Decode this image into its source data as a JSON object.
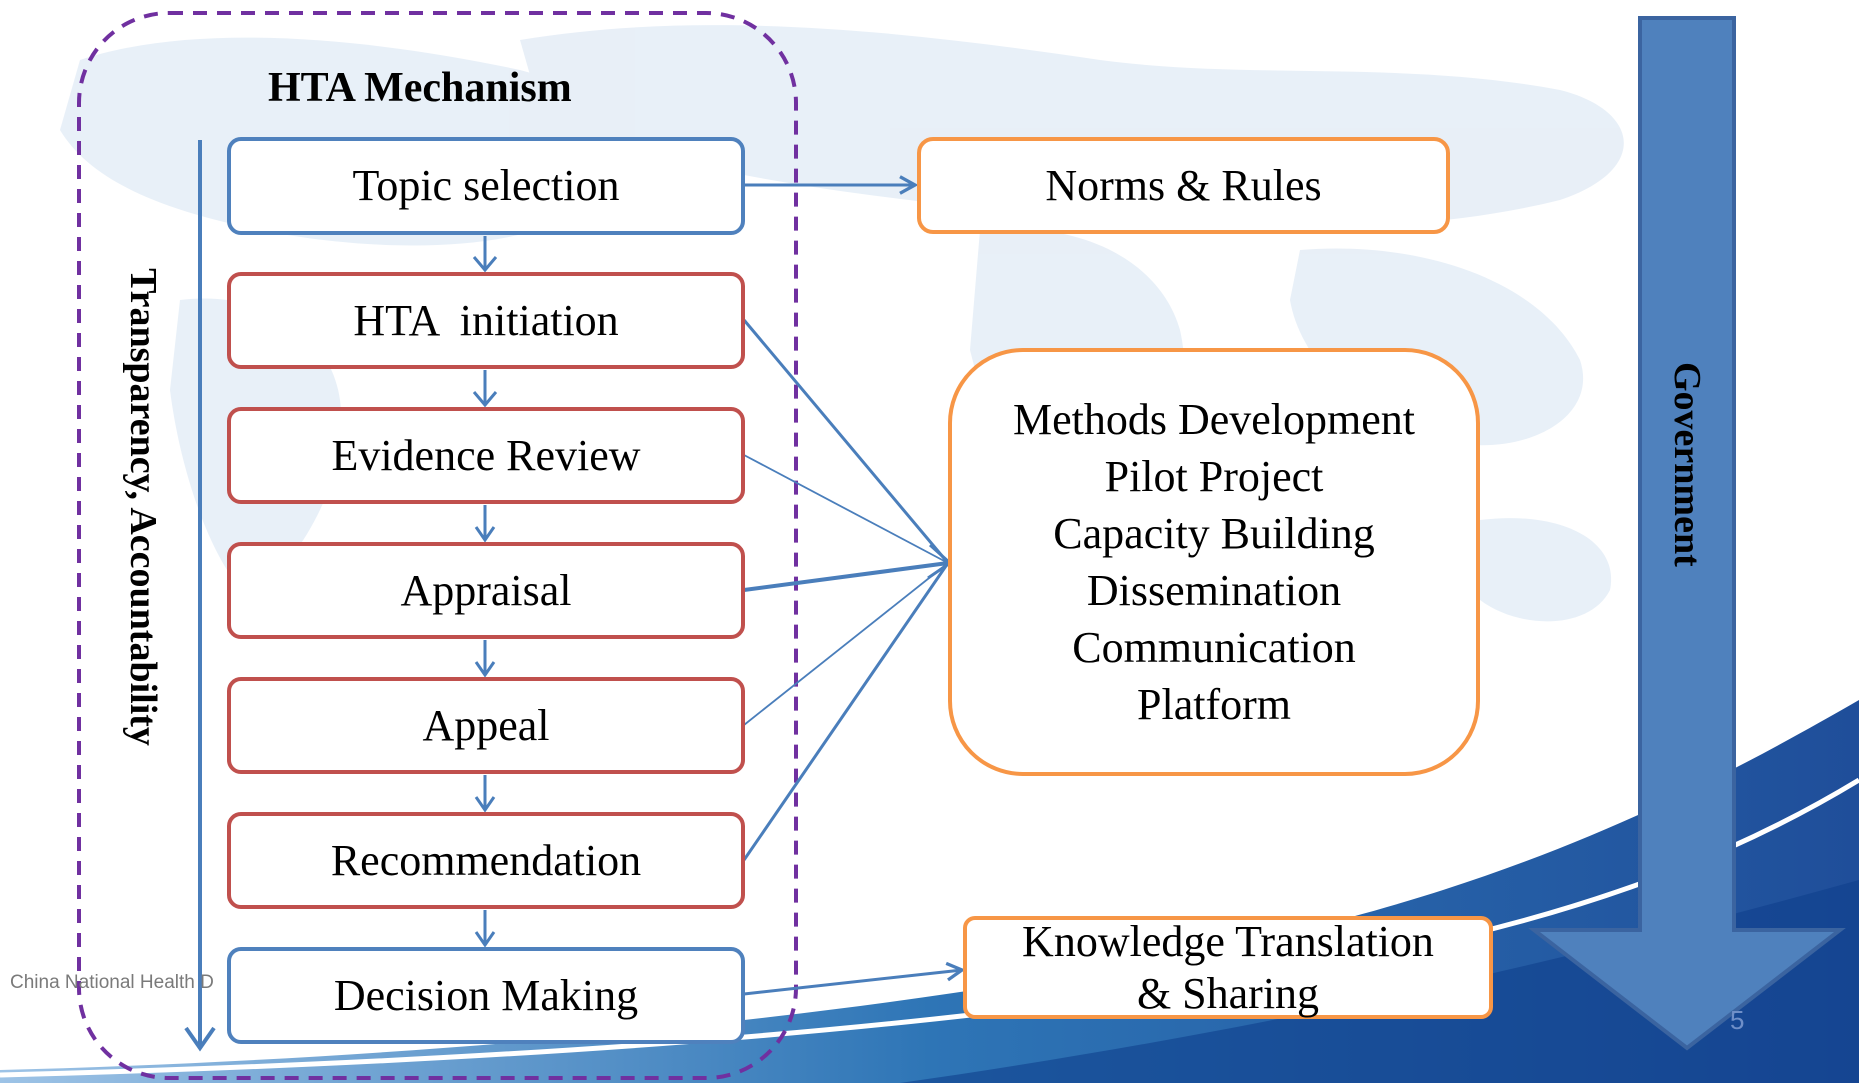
{
  "title": "HTA Mechanism",
  "side_label": "Transparency, Accountability",
  "government_label": "Government",
  "process_steps": [
    "Topic selection",
    "HTA  initiation",
    "Evidence Review",
    "Appraisal",
    "Appeal",
    "Recommendation",
    "Decision Making"
  ],
  "norms_box": "Norms & Rules",
  "activities": [
    "Methods Development",
    "Pilot Project",
    "Capacity Building",
    "Dissemination",
    "Communication",
    "Platform"
  ],
  "knowledge_box": [
    "Knowledge Translation",
    "& Sharing"
  ],
  "footer_text": "China National Health D",
  "page_number": "5",
  "colors": {
    "blue_border": "#4f81bd",
    "red_border": "#c0504d",
    "orange_border": "#f79646",
    "dashed_purple": "#7030a0",
    "government_arrow": "#4f81bd",
    "connector": "#4a7ebb"
  }
}
